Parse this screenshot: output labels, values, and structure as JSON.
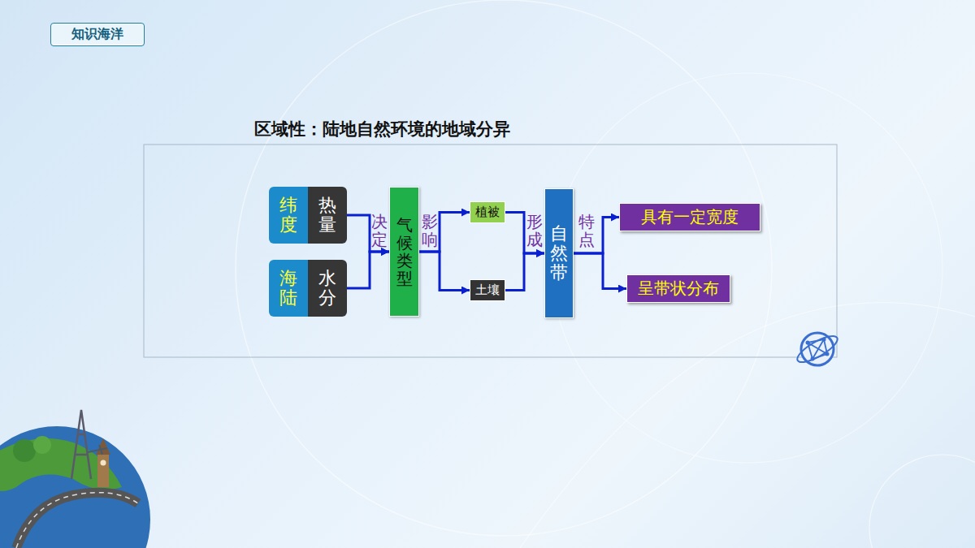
{
  "diagram": {
    "title": "区域性：陆地自然环境的地域分异",
    "nodes": [
      {
        "text": [
          "知识海洋"
        ]
      },
      {
        "text": [
          "纬度",
          "热量"
        ]
      },
      {
        "text": [
          "海陆",
          "水分"
        ]
      },
      {
        "text": [
          "气候类型"
        ]
      },
      {
        "text": [
          "植被"
        ]
      },
      {
        "text": [
          "土壤"
        ]
      },
      {
        "text": [
          "自然带"
        ]
      },
      {
        "text": [
          "具有一定宽度"
        ]
      },
      {
        "text": [
          "呈带状分布"
        ]
      }
    ],
    "edges": [
      {
        "from": 1,
        "to": 3,
        "arrow": "to",
        "label": "决定"
      },
      {
        "from": 2,
        "to": 3,
        "arrow": "to"
      },
      {
        "from": 3,
        "to": 4,
        "arrow": "to",
        "label": "影响"
      },
      {
        "from": 3,
        "to": 5,
        "arrow": "to"
      },
      {
        "from": 4,
        "to": 6,
        "arrow": "to",
        "label": "形成"
      },
      {
        "from": 5,
        "to": 6,
        "arrow": "to"
      },
      {
        "from": 6,
        "to": 7,
        "arrow": "to",
        "label": "特点"
      },
      {
        "from": 6,
        "to": 8,
        "arrow": "to"
      }
    ]
  }
}
